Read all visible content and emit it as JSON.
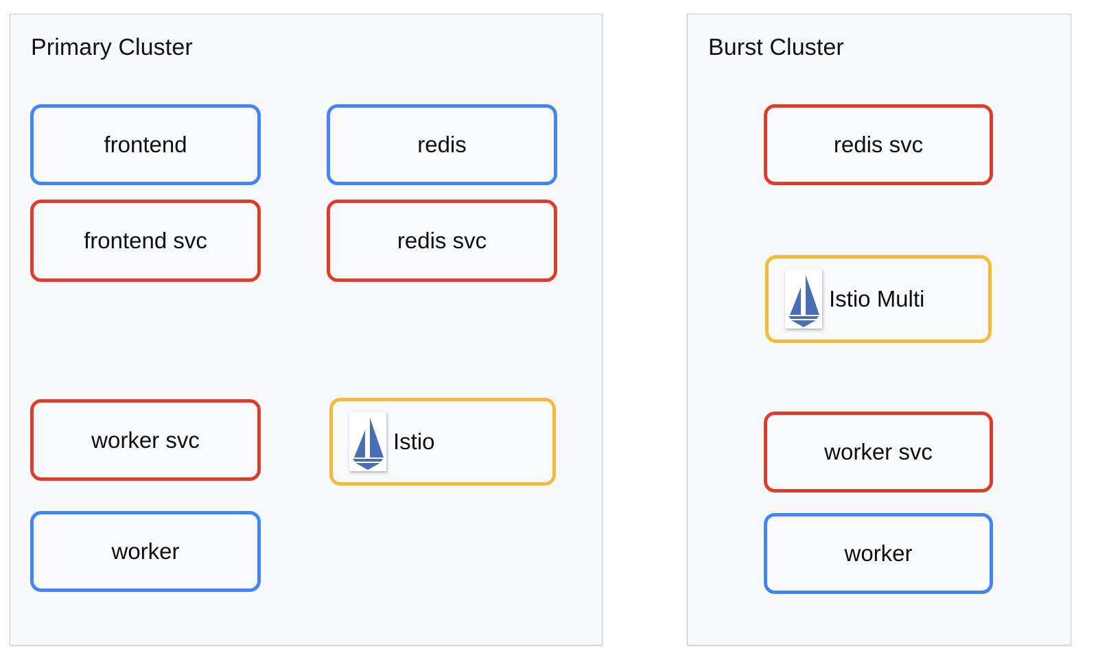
{
  "diagram": {
    "type": "multi-cluster service mesh topology",
    "colors": {
      "blue": "#4285f4",
      "red": "#d93f2b",
      "yellow": "#f4ba3a",
      "cluster_background": "#f7f8fa",
      "cluster_border": "#c9cdd1",
      "node_background": "#f8f9fb",
      "text": "#0f0f0f",
      "istio_logo_blue": "#4a6eb5"
    },
    "clusters": [
      {
        "id": "primary",
        "title": "Primary Cluster",
        "nodes": [
          {
            "id": "frontend",
            "label": "frontend",
            "color": "blue",
            "icon": null
          },
          {
            "id": "frontend-svc",
            "label": "frontend svc",
            "color": "red",
            "icon": null
          },
          {
            "id": "redis",
            "label": "redis",
            "color": "blue",
            "icon": null
          },
          {
            "id": "redis-svc",
            "label": "redis svc",
            "color": "red",
            "icon": null
          },
          {
            "id": "worker-svc",
            "label": "worker svc",
            "color": "red",
            "icon": null
          },
          {
            "id": "istio",
            "label": "Istio",
            "color": "yellow",
            "icon": "istio-sailboat-icon"
          },
          {
            "id": "worker",
            "label": "worker",
            "color": "blue",
            "icon": null
          }
        ]
      },
      {
        "id": "burst",
        "title": "Burst Cluster",
        "nodes": [
          {
            "id": "redis-svc",
            "label": "redis svc",
            "color": "red",
            "icon": null
          },
          {
            "id": "istio-multi",
            "label": "Istio Multi",
            "color": "yellow",
            "icon": "istio-sailboat-icon"
          },
          {
            "id": "worker-svc",
            "label": "worker svc",
            "color": "red",
            "icon": null
          },
          {
            "id": "worker",
            "label": "worker",
            "color": "blue",
            "icon": null
          }
        ]
      }
    ]
  }
}
